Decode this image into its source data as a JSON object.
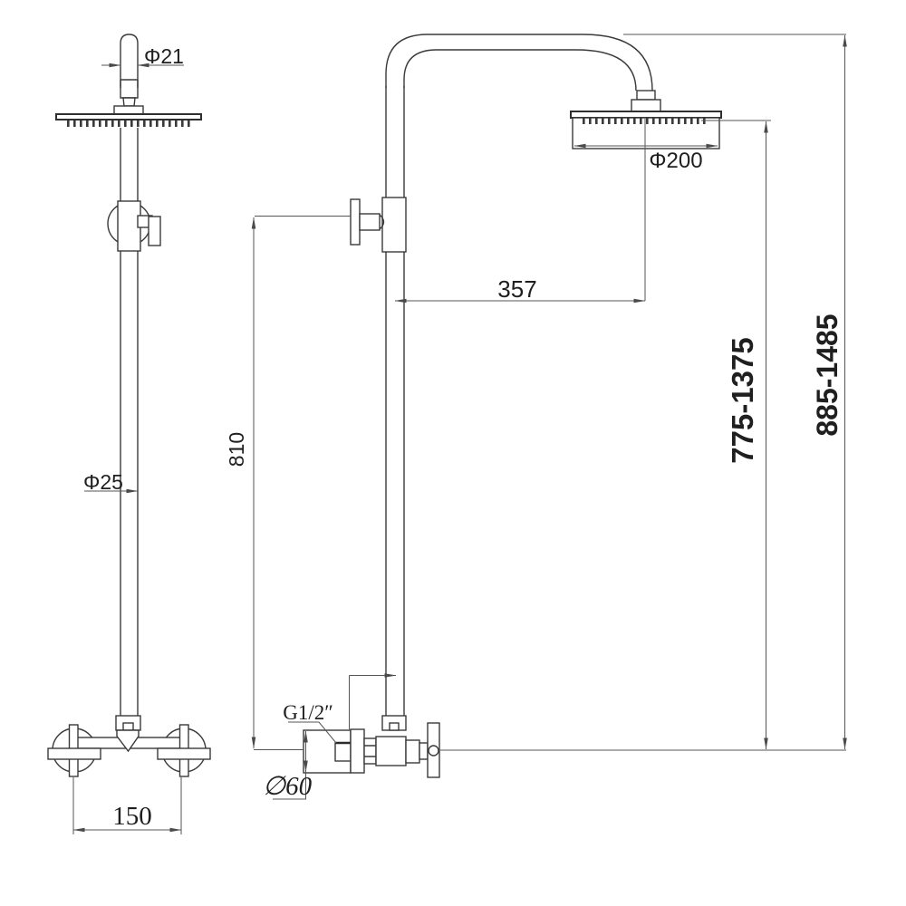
{
  "drawing": {
    "type": "technical-dimension-drawing",
    "subject": "wall-mounted shower column with rain head and cross-handle mixer, front and side elevations",
    "views": {
      "front_view": "shower column front elevation",
      "side_view": "shower column side elevation"
    },
    "dimension_labels": {
      "head_pipe_diameter": "Φ21",
      "head_diameter": "Φ200",
      "head_reach": "357",
      "bracket_to_valve_height": "810",
      "riser_pipe_diameter": "Φ25",
      "head_face_height_range": "775-1375",
      "overall_height_range": "885-1485",
      "inlet_thread": "G1/2″",
      "escutcheon_diameter": "∅60",
      "handle_center_distance": "150"
    },
    "colors": {
      "object_line": "#3a3a3a",
      "dimension_line": "#555555",
      "text": "#1f1f1f",
      "background": "#ffffff"
    }
  }
}
